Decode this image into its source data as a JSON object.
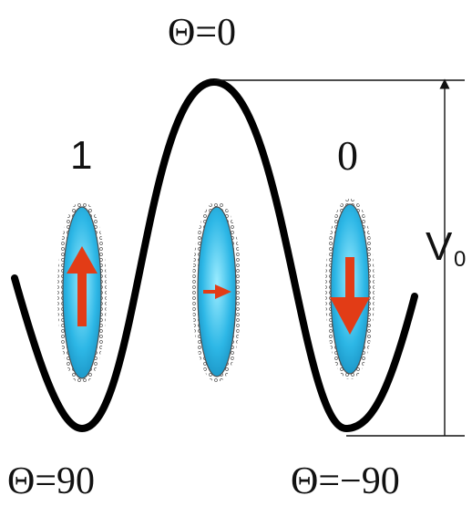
{
  "labels": {
    "theta_top": "Θ=0",
    "theta_left": "Θ=90",
    "theta_right": "Θ=−90",
    "state_left": "1",
    "state_right": "0",
    "barrier_main": "V",
    "barrier_sub": "0"
  },
  "colors": {
    "curve": "#000000",
    "ellipse_fill_light": "#8fe6ff",
    "ellipse_fill_dark": "#1798c4",
    "ellipse_border": "#4f4f4f",
    "arrow": "#e23c16"
  },
  "icons": {
    "left_arrow": "arrow-up-icon",
    "middle_arrow": "arrow-right-icon",
    "right_arrow": "arrow-down-icon"
  }
}
